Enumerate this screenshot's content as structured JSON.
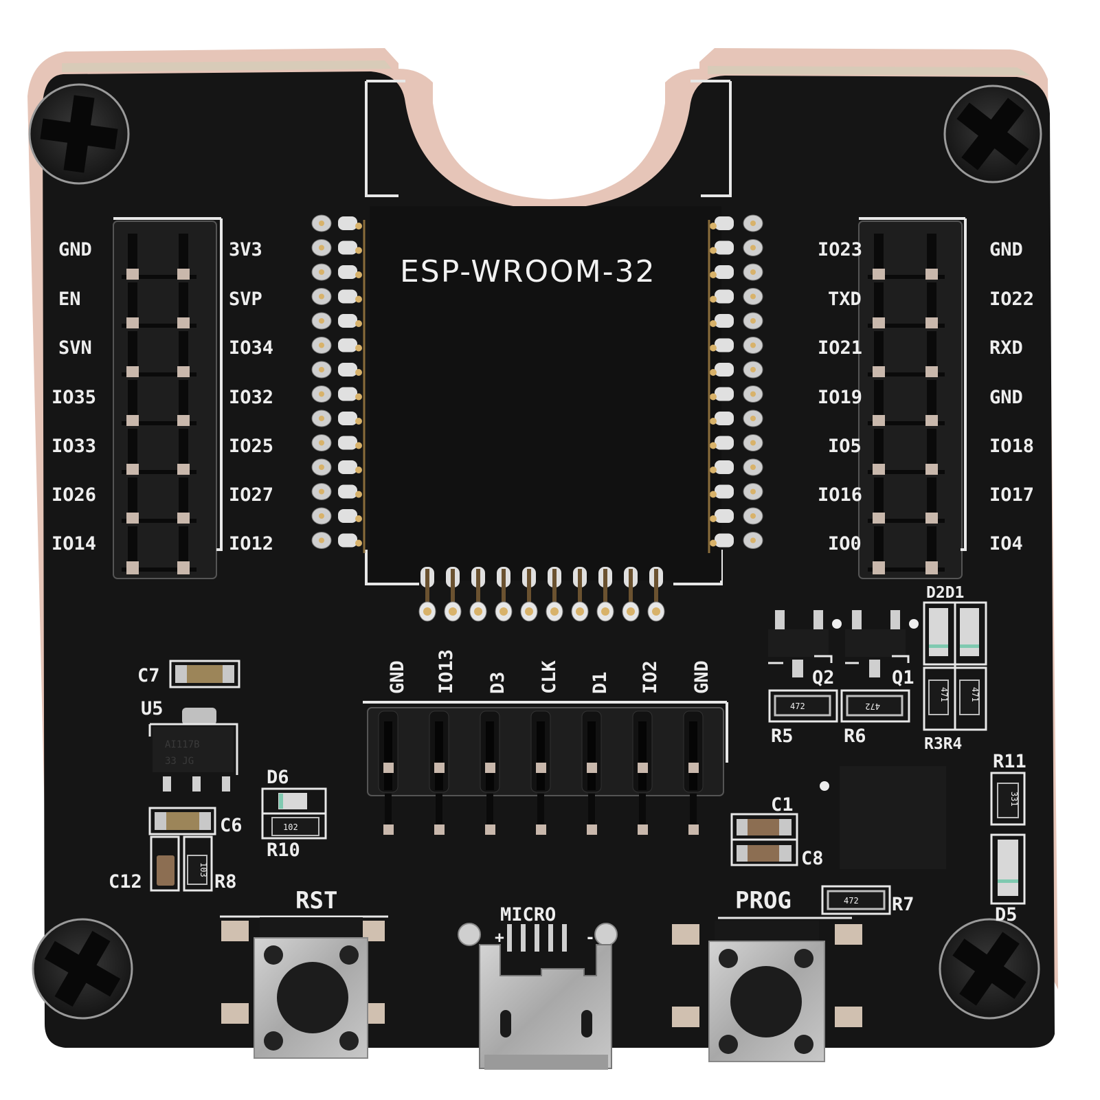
{
  "board": {
    "module_label": "ESP-WROOM-32",
    "colors": {
      "pcb": "#151515",
      "silkscreen": "#eeeeee",
      "substrate_edge": "#e6c5b8",
      "gold_pad": "#d8b26a",
      "tin_pad": "#cfcfcf",
      "button_body": "#b9b9b9",
      "button_cap": "#1c1c1c"
    }
  },
  "left_header": {
    "left_labels": [
      "GND",
      "EN",
      "SVN",
      "IO35",
      "IO33",
      "IO26",
      "IO14"
    ],
    "right_labels": [
      "3V3",
      "SVP",
      "IO34",
      "IO32",
      "IO25",
      "IO27",
      "IO12"
    ]
  },
  "right_header": {
    "left_labels": [
      "IO23",
      "TXD",
      "IO21",
      "IO19",
      "IO5",
      "IO16",
      "IO0"
    ],
    "right_labels": [
      "GND",
      "IO22",
      "RXD",
      "GND",
      "IO18",
      "IO17",
      "IO4"
    ]
  },
  "bottom_header": {
    "labels": [
      "GND",
      "IO13",
      "D3",
      "CLK",
      "D1",
      "IO2",
      "GND"
    ]
  },
  "components": {
    "c7": "C7",
    "u5": "U5",
    "u5_marking_1": "AI117B",
    "u5_marking_2": "33  JG",
    "c6": "C6",
    "c12": "C12",
    "r8": "R8",
    "r8_code": "103",
    "d6": "D6",
    "r10": "R10",
    "r10_code": "102",
    "q1": "Q1",
    "q2": "Q2",
    "r5": "R5",
    "r5_code": "472",
    "r6": "R6",
    "r6_code": "472",
    "d2d1": "D2D1",
    "r3r4": "R3R4",
    "r3_code": "471",
    "r4_code": "471",
    "r11": "R11",
    "r11_code": "331",
    "d5": "D5",
    "c1": "C1",
    "c8": "C8",
    "r7": "R7",
    "r7_code": "472"
  },
  "controls": {
    "rst_label": "RST",
    "prog_label": "PROG",
    "usb_label": "MICRO",
    "usb_plus": "+",
    "usb_minus": "-"
  }
}
